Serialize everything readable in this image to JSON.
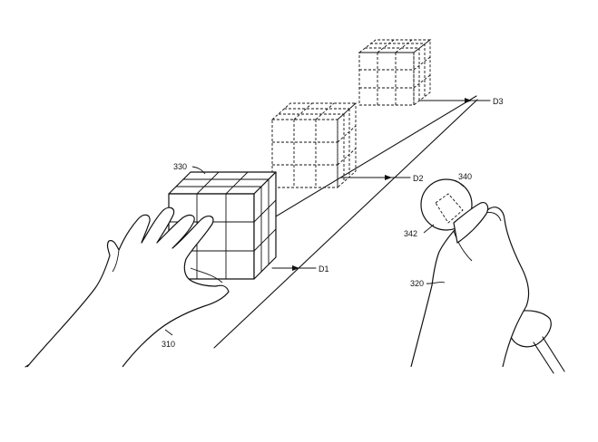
{
  "labels": {
    "cube_solid": "330",
    "hand_left": "310",
    "hand_right": "320",
    "controller": "340",
    "controller_pad": "342",
    "d1": "D1",
    "d2": "D2",
    "d3": "D3"
  }
}
